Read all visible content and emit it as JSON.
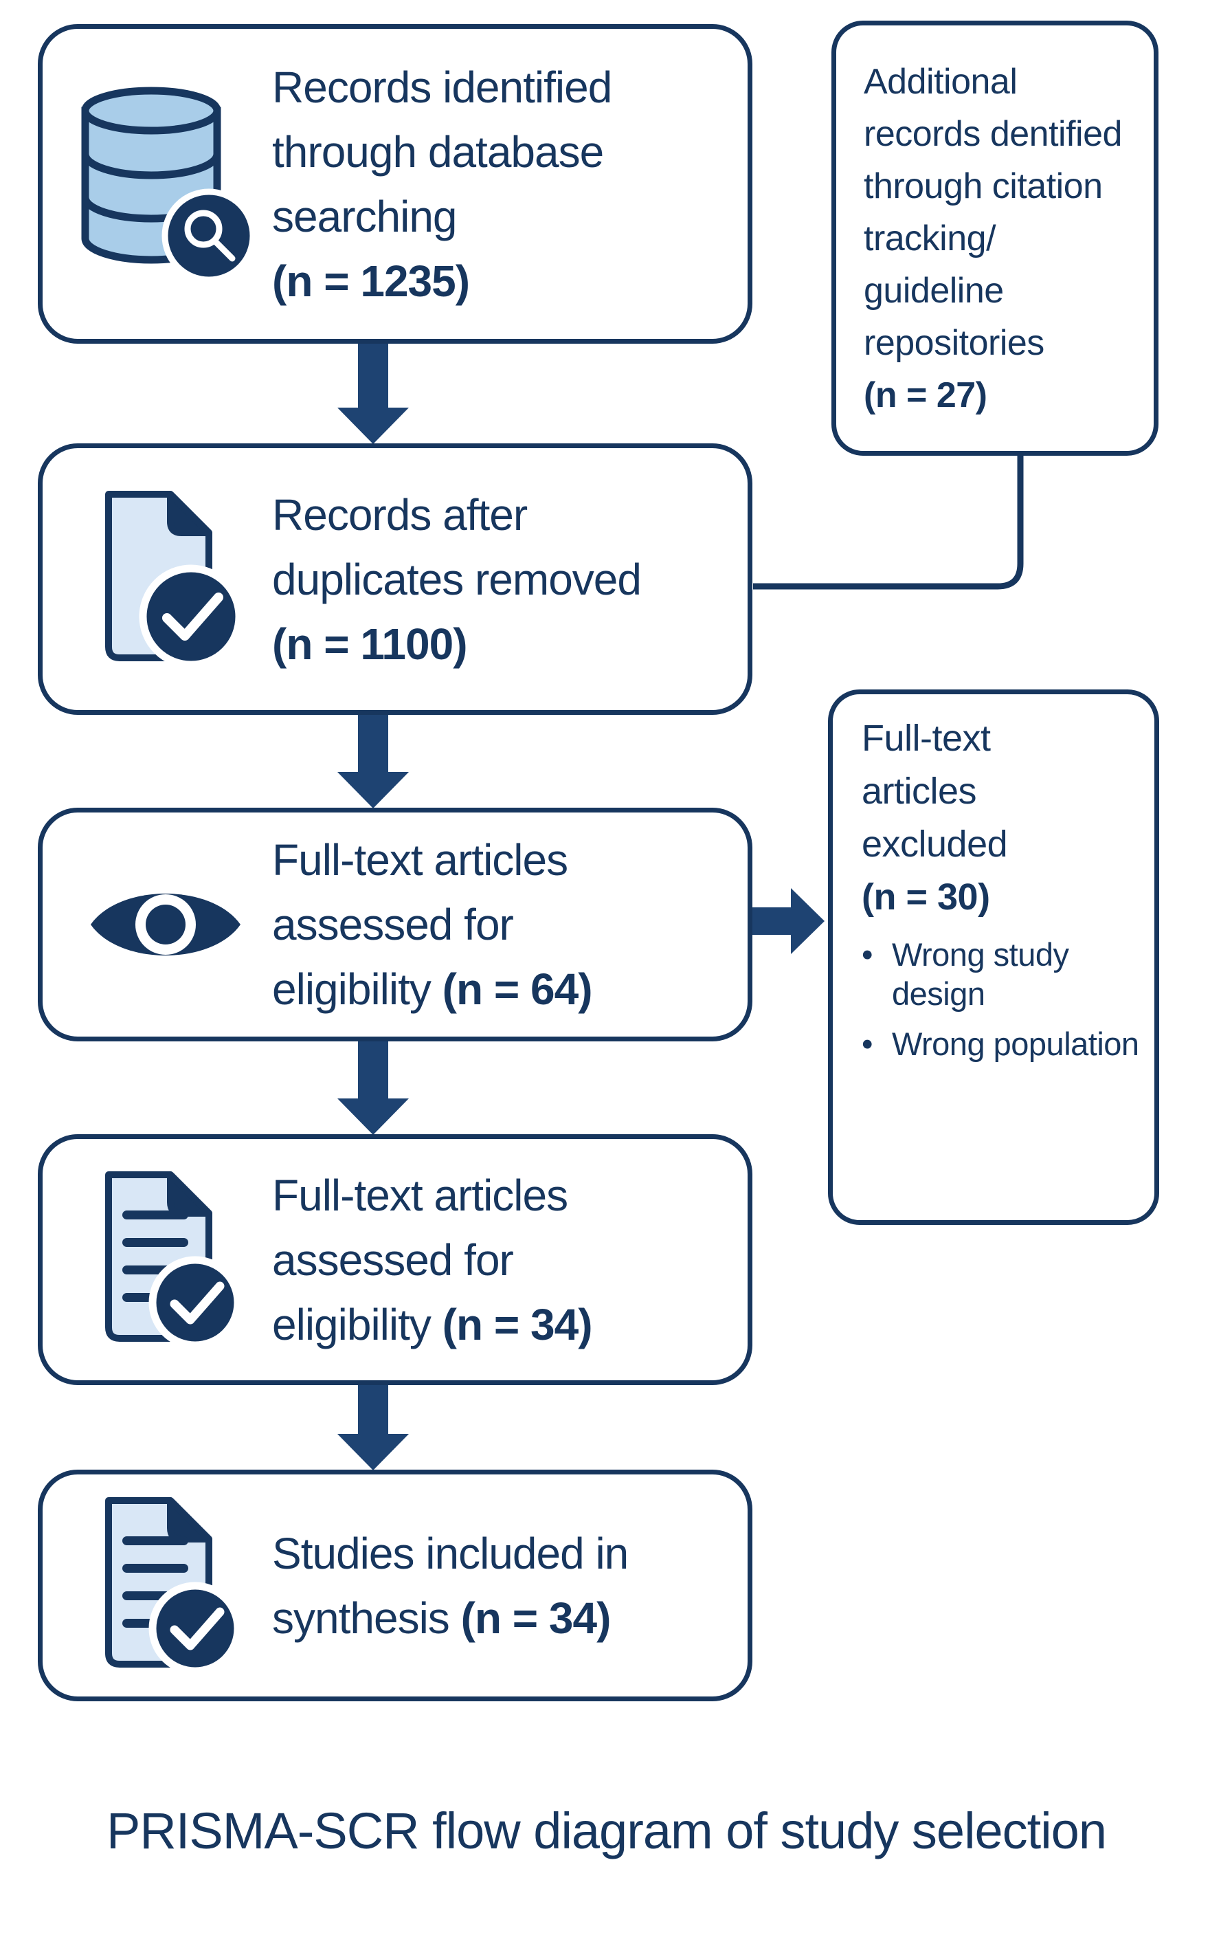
{
  "palette": {
    "navy": "#17365e",
    "arrow_fill": "#1e4372",
    "database_icon_fill": "#a9cde9",
    "document_icon_fill": "#d9e7f6",
    "background": "#ffffff"
  },
  "boxes": {
    "identified": {
      "icon": "database-search-icon",
      "lines": [
        "Records identified",
        "through database",
        "searching"
      ],
      "n": "(n = 1235)"
    },
    "additional": {
      "lines": [
        "Additional",
        "records dentified",
        "through citation",
        "tracking/",
        "guideline",
        "repositories"
      ],
      "n": "(n = 27)"
    },
    "deduplicated": {
      "icon": "document-check-icon",
      "lines": [
        "Records after",
        "duplicates removed"
      ],
      "n": "(n = 1100)"
    },
    "fulltext_assessed": {
      "icon": "eye-icon",
      "lines": [
        "Full-text articles",
        "assessed for",
        "eligibility"
      ],
      "n": "(n = 64)"
    },
    "excluded": {
      "lines": [
        "Full-text",
        "articles",
        "excluded"
      ],
      "n": "(n = 30)",
      "reasons": [
        "Wrong study design",
        "Wrong population"
      ],
      "bullet": "•"
    },
    "fulltext_assessed_2": {
      "icon": "document-lines-check-icon",
      "lines": [
        "Full-text articles",
        "assessed for",
        "eligibility"
      ],
      "n": "(n = 34)"
    },
    "included": {
      "icon": "document-lines-check-icon",
      "lines": [
        "Studies included in",
        "synthesis"
      ],
      "n": "(n = 34)"
    }
  },
  "caption": "PRISMA-SCR flow diagram of study selection"
}
